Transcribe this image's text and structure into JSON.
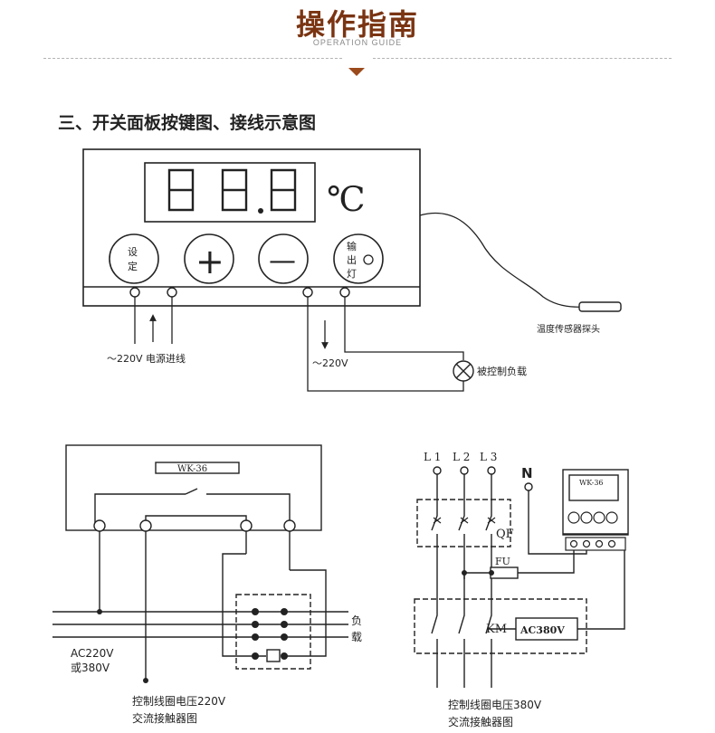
{
  "header": {
    "title": "操作指南",
    "subtitle": "OPERATION GUIDE"
  },
  "section": {
    "title": "三、开关面板按键图、接线示意图"
  },
  "panel": {
    "digits": "88.8",
    "unit": "℃",
    "btn_set": [
      "设",
      "定"
    ],
    "btn_plus": "+",
    "btn_minus": "—",
    "btn_output": [
      "输",
      "出",
      "灯"
    ],
    "sensor_label": "温度传感器探头",
    "power_label": "～220V 电源进线",
    "load_voltage": "～220V",
    "load_label": "被控制负载"
  },
  "diagram_220": {
    "device": "WK-36",
    "supply": [
      "AC220V",
      "或380V"
    ],
    "load": [
      "负",
      "载"
    ],
    "caption": [
      "控制线圈电压220V",
      "交流接触器图"
    ]
  },
  "diagram_380": {
    "device": "WK-36",
    "phases": [
      "L 1",
      "L 2",
      "L 3"
    ],
    "neutral": "N",
    "breaker": "QF",
    "fuse": "FU",
    "contactor": "KM",
    "coil": "AC380V",
    "caption": [
      "控制线圈电压380V",
      "交流接触器图"
    ]
  }
}
